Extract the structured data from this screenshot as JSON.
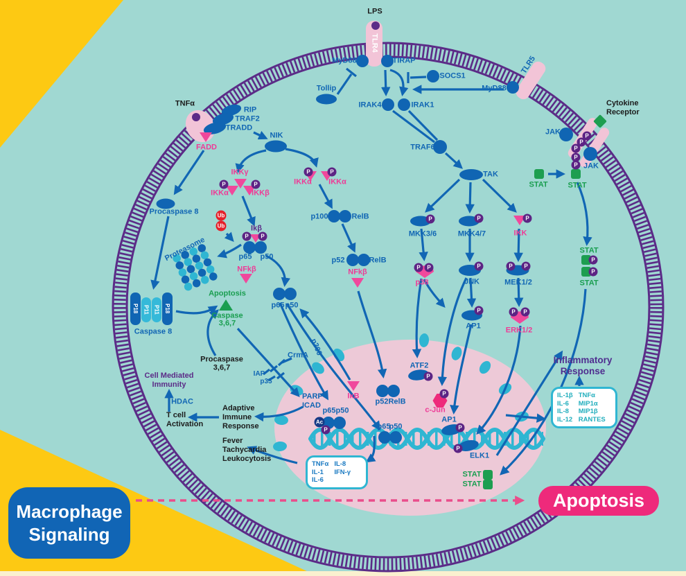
{
  "badges": {
    "p": "P",
    "ub": "Ub",
    "ac": "Ac"
  },
  "title_box": {
    "line1": "Macrophage",
    "line2": "Signaling"
  },
  "apoptosis_banner": "Apoptosis",
  "labels": {
    "lps": "LPS",
    "tlr4": "TLR4",
    "tlr5": "TLR5",
    "myd88": "MyD88",
    "tirap": "TIRAP",
    "tollip": "Tollip",
    "socs1": "SOCS1",
    "irak4": "IRAK4",
    "irak1": "IRAK1",
    "cytr": [
      "Cytokine",
      "Receptor"
    ],
    "jak": "JAK",
    "stat": "STAT",
    "tnfa": "TNFα",
    "rip": "RIP",
    "traf2": "TRAF2",
    "tradd": "TRADD",
    "fadd": "FADD",
    "nik": "NIK",
    "ikky": "IKKγ",
    "ikka": "IKKα",
    "ikkb": "IKKβ",
    "procaspase8": "Procaspase 8",
    "ikb": "Ikβ",
    "p65": "p65",
    "p50": "p50",
    "nfkb": "NFkβ",
    "proteasome": "Proteasome",
    "caspase8": "Caspase 8",
    "p18": "P18",
    "p11": "P11",
    "apoptosis": "Apoptosis",
    "caspase": "Caspase",
    "c367": "3,6,7",
    "procaspase": "Procaspase",
    "p100": "p100",
    "relb": "RelB",
    "p52": "p52",
    "traf6": "TRAF6",
    "tak": "TAK",
    "mkk36": "MKK3/6",
    "mkk47": "MKK4/7",
    "ikk": "IKK",
    "p38": "p38",
    "jnk": "JNK",
    "mek12": "MEK1/2",
    "erk12": "ERK1/2",
    "ap1": "AP1",
    "atf2": "ATF2",
    "cjun": "c-Jun",
    "elk1": "ELK1",
    "crma": "CrmA",
    "iap": "IAP",
    "p35": "p35",
    "p300": "p300",
    "parp": "PARP",
    "icad": "ICAD",
    "ixb": "IκB",
    "hdac": "HDAC",
    "cmi": [
      "Cell Mediated",
      "Immunity"
    ],
    "tcell": [
      "T cell",
      "Activation"
    ],
    "adaptive": [
      "Adaptive",
      "Immune",
      "Response"
    ],
    "fever": [
      "Fever",
      "Tachycardia",
      "Leukocytosis"
    ],
    "inflammatory": [
      "Inflammatory",
      "Response"
    ]
  },
  "boxes": {
    "cytokines": {
      "col1": [
        "TNFα",
        "IL-1",
        "IL-6"
      ],
      "col2": [
        "IL-8",
        "IFN-γ"
      ]
    },
    "inflammatory": {
      "col1": [
        "IL-1β",
        "IL-6",
        "IL-8",
        "IL-12"
      ],
      "col2": [
        "TNFα",
        "MIP1α",
        "MIP1β",
        "RANTES"
      ]
    }
  },
  "colors": {
    "background": "#a0d8d2",
    "yellow": "#fdc913",
    "membrane": "#5b2b87",
    "node_blue": "#1065b3",
    "pink": "#ee3a96",
    "green": "#1a9e50",
    "nucleus": "#edc9d7",
    "cyan": "#2fb6d2",
    "badge": "#5c2484",
    "ub_red": "#e5202a",
    "banner_pink": "#ee2a7b",
    "title_blue": "#1165b5"
  }
}
